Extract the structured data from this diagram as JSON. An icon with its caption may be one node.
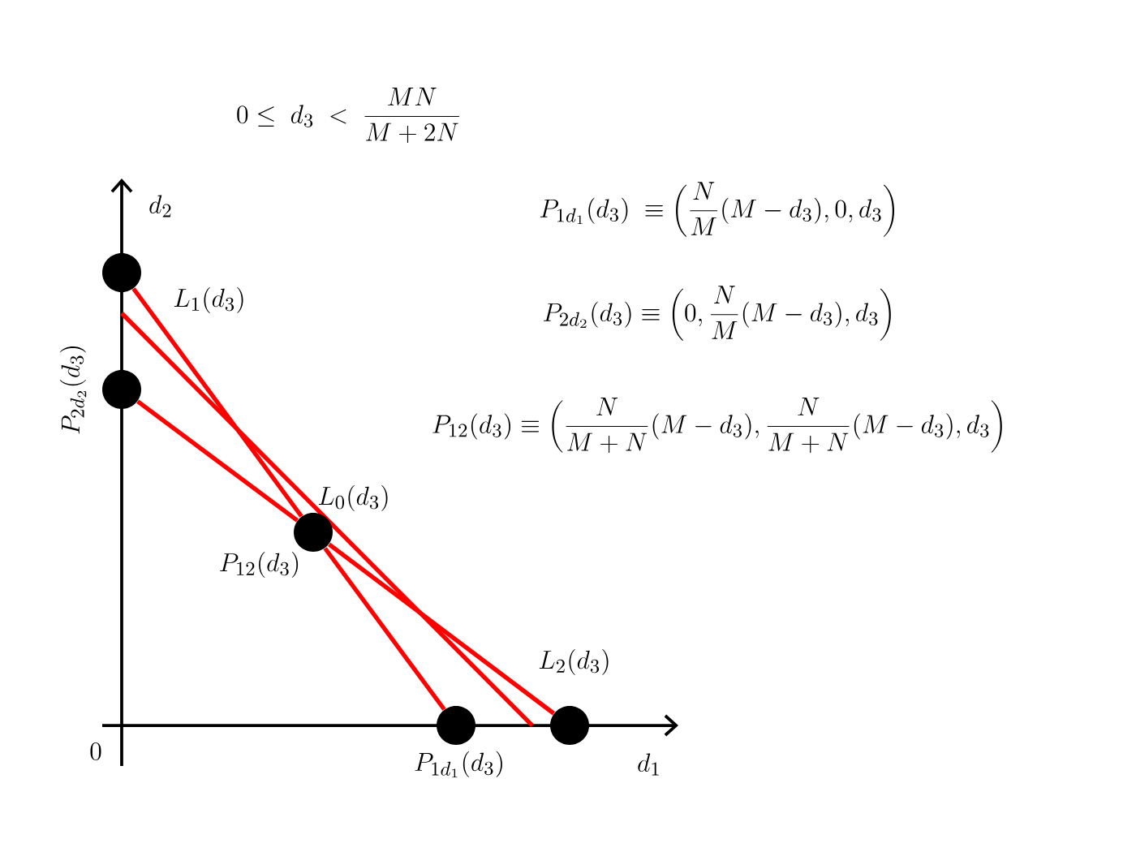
{
  "diagram": {
    "nodes": [
      {
        "text": [],
        "shape": "circle"
      },
      {
        "text": [],
        "shape": "circle",
        "beside": [
          "P_{2d_2}(d_3)"
        ]
      },
      {
        "text": [],
        "shape": "circle",
        "beside": [
          "P_{12}(d_3)"
        ]
      },
      {
        "text": [],
        "shape": "circle",
        "beside": [
          "P_{1d_1}(d_3)"
        ]
      },
      {
        "text": [],
        "shape": "circle"
      }
    ],
    "edges": [
      {
        "from": 0,
        "to": 2,
        "arrow": "none"
      },
      {
        "from": 2,
        "to": 3,
        "arrow": "none"
      },
      {
        "from": 1,
        "to": 2,
        "arrow": "none"
      },
      {
        "from": 2,
        "to": 4,
        "arrow": "none"
      }
    ],
    "labels": [
      "0\\le\\ d_3\\ <\\ \\frac{MN}{M+2N}",
      "d_2",
      "P_{1d_1}(d_3)\\ \\equiv\\left(\\frac{N}{M}(M-d_3),0,d_3\\right)",
      "L_1(d_3)",
      "P_{2d_2}(d_3)\\equiv\\left(0,\\frac{N}{M}(M-d_3),d_3\\right)",
      "P_{12}(d_3)\\equiv\\left(\\frac{N}{M+N}(M-d_3),\\frac{N}{M+N}(M-d_3),d_3\\right)",
      "L_0(d_3)",
      "L_2(d_3)",
      "0",
      "d_1"
    ]
  }
}
